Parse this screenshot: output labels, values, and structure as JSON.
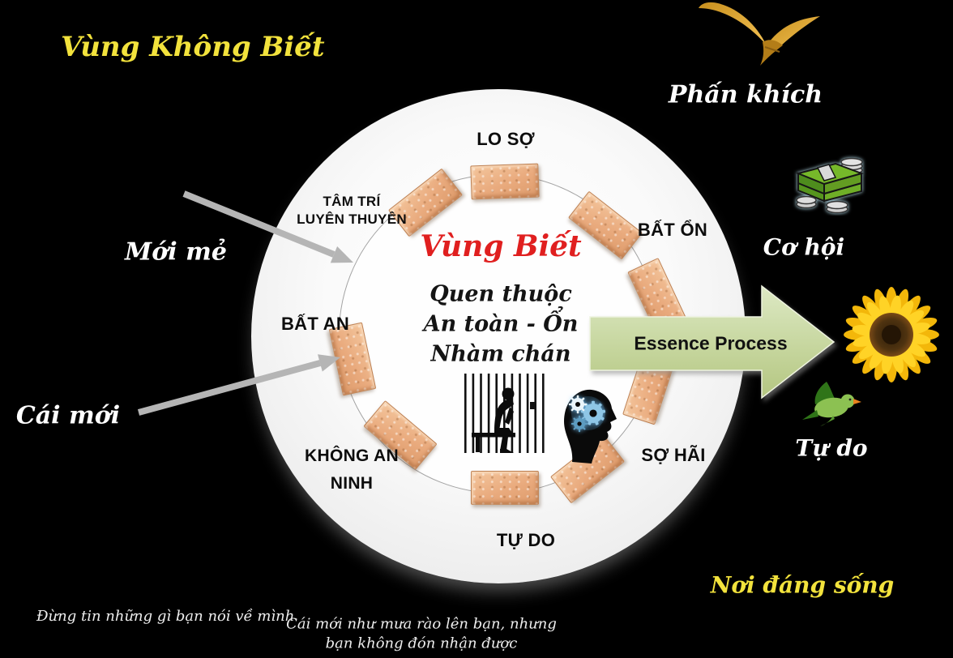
{
  "slide": {
    "title": "Vùng Không Biết",
    "outside_labels": {
      "excitement": "Phấn khích",
      "novelty": "Mới mẻ",
      "the_new": "Cái mới",
      "opportunity": "Cơ hội",
      "freedom": "Tự do",
      "place_worth_living": "Nơi đáng sống"
    }
  },
  "inner_zone": {
    "title": "Vùng Biết",
    "line1": "Quen thuộc",
    "line2": "An toàn - Ổn",
    "line3": "Nhàm chán"
  },
  "wall_labels": {
    "top": "LO SỢ",
    "upper_left_line1": "TÂM TRÍ",
    "upper_left_line2": "LUYÊN THUYÊN",
    "left": "BẤT AN",
    "lower_left_line1": "KHÔNG AN",
    "lower_left_line2": "NINH",
    "bottom": "TỰ DO",
    "lower_right": "SỢ HÃI",
    "upper_right": "BẤT ỔN"
  },
  "process_arrow": {
    "label": "Essence Process"
  },
  "captions": {
    "bottom_left": "Đừng tin những gì bạn nói về mình",
    "bottom_center_line1": "Cái mới như mưa rào lên bạn, nhưng",
    "bottom_center_line2": "bạn không đón nhận được"
  },
  "icons": {
    "top_right": "golden-bird-icon",
    "money": "money-stack-icon",
    "flower": "sunflower-icon",
    "small_bird": "green-bird-icon",
    "inside_1": "prisoner-behind-bars-image",
    "inside_2": "head-with-gears-image"
  },
  "colors": {
    "background": "#000000",
    "title_yellow": "#f2e23c",
    "known_zone_red": "#e01f1f",
    "arrow_green": "#c6d69e",
    "brick_terracotta": "#e9ad82",
    "white_label": "#ffffff",
    "gray_arrow": "#b5b5b5"
  }
}
